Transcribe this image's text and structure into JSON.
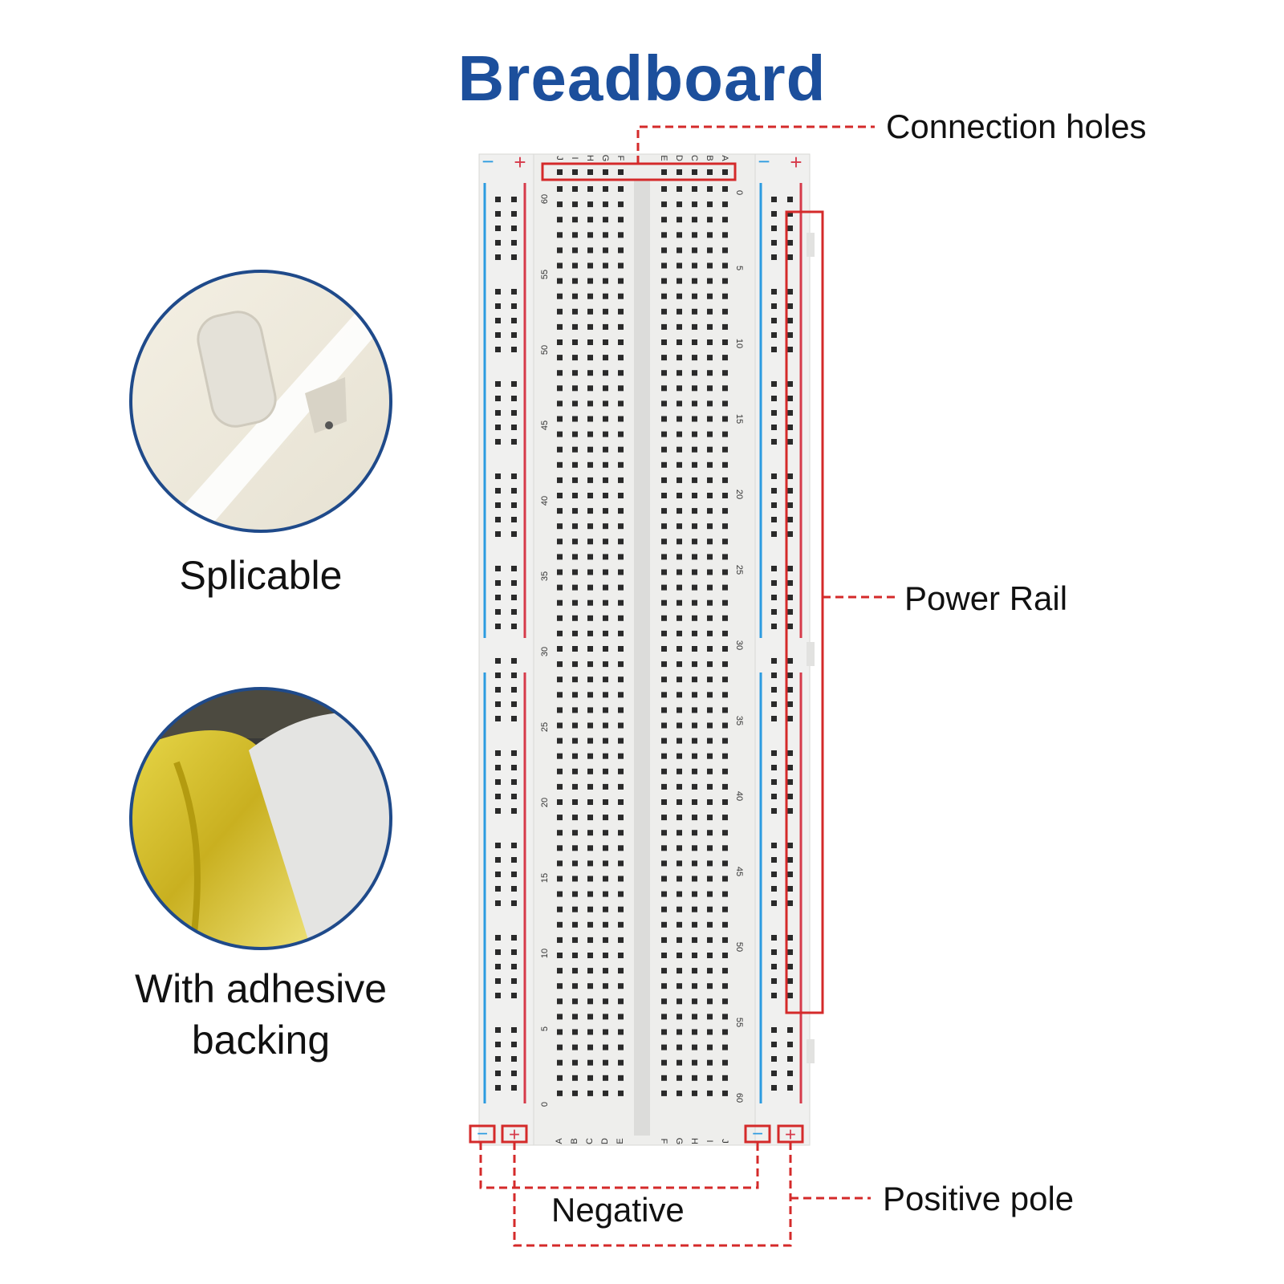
{
  "title": "Breadboard",
  "features": [
    {
      "label": "Splicable",
      "icon": "connector-closeup"
    },
    {
      "label_line1": "With adhesive",
      "label_line2": "backing",
      "icon": "adhesive-tape-closeup"
    }
  ],
  "callouts": {
    "connection_holes": "Connection holes",
    "power_rail": "Power Rail",
    "negative": "Negative",
    "positive_pole": "Positive pole"
  },
  "rail_symbols": {
    "minus": "−",
    "plus": "+"
  },
  "board": {
    "rows": 60,
    "columns_left": [
      "J",
      "I",
      "H",
      "G",
      "F"
    ],
    "columns_right": [
      "E",
      "D",
      "C",
      "B",
      "A"
    ],
    "columns_left_bottom": [
      "A",
      "B",
      "C",
      "D",
      "E"
    ],
    "columns_right_bottom": [
      "F",
      "G",
      "H",
      "I",
      "J"
    ],
    "left_numbers": [
      "60",
      "55",
      "50",
      "45",
      "40",
      "35",
      "30",
      "25",
      "20",
      "15",
      "10",
      "5",
      "0"
    ],
    "right_numbers": [
      "0",
      "5",
      "10",
      "15",
      "20",
      "25",
      "30",
      "35",
      "40",
      "45",
      "50",
      "55",
      "60"
    ]
  },
  "colors": {
    "title": "#1c4f9c",
    "callout": "#d42a2a",
    "circle_border": "#1f4a8a",
    "rail_blue": "#2c9be0",
    "rail_red": "#d63a4a",
    "board": "#eeeeec",
    "hole": "#2a2a2a"
  }
}
